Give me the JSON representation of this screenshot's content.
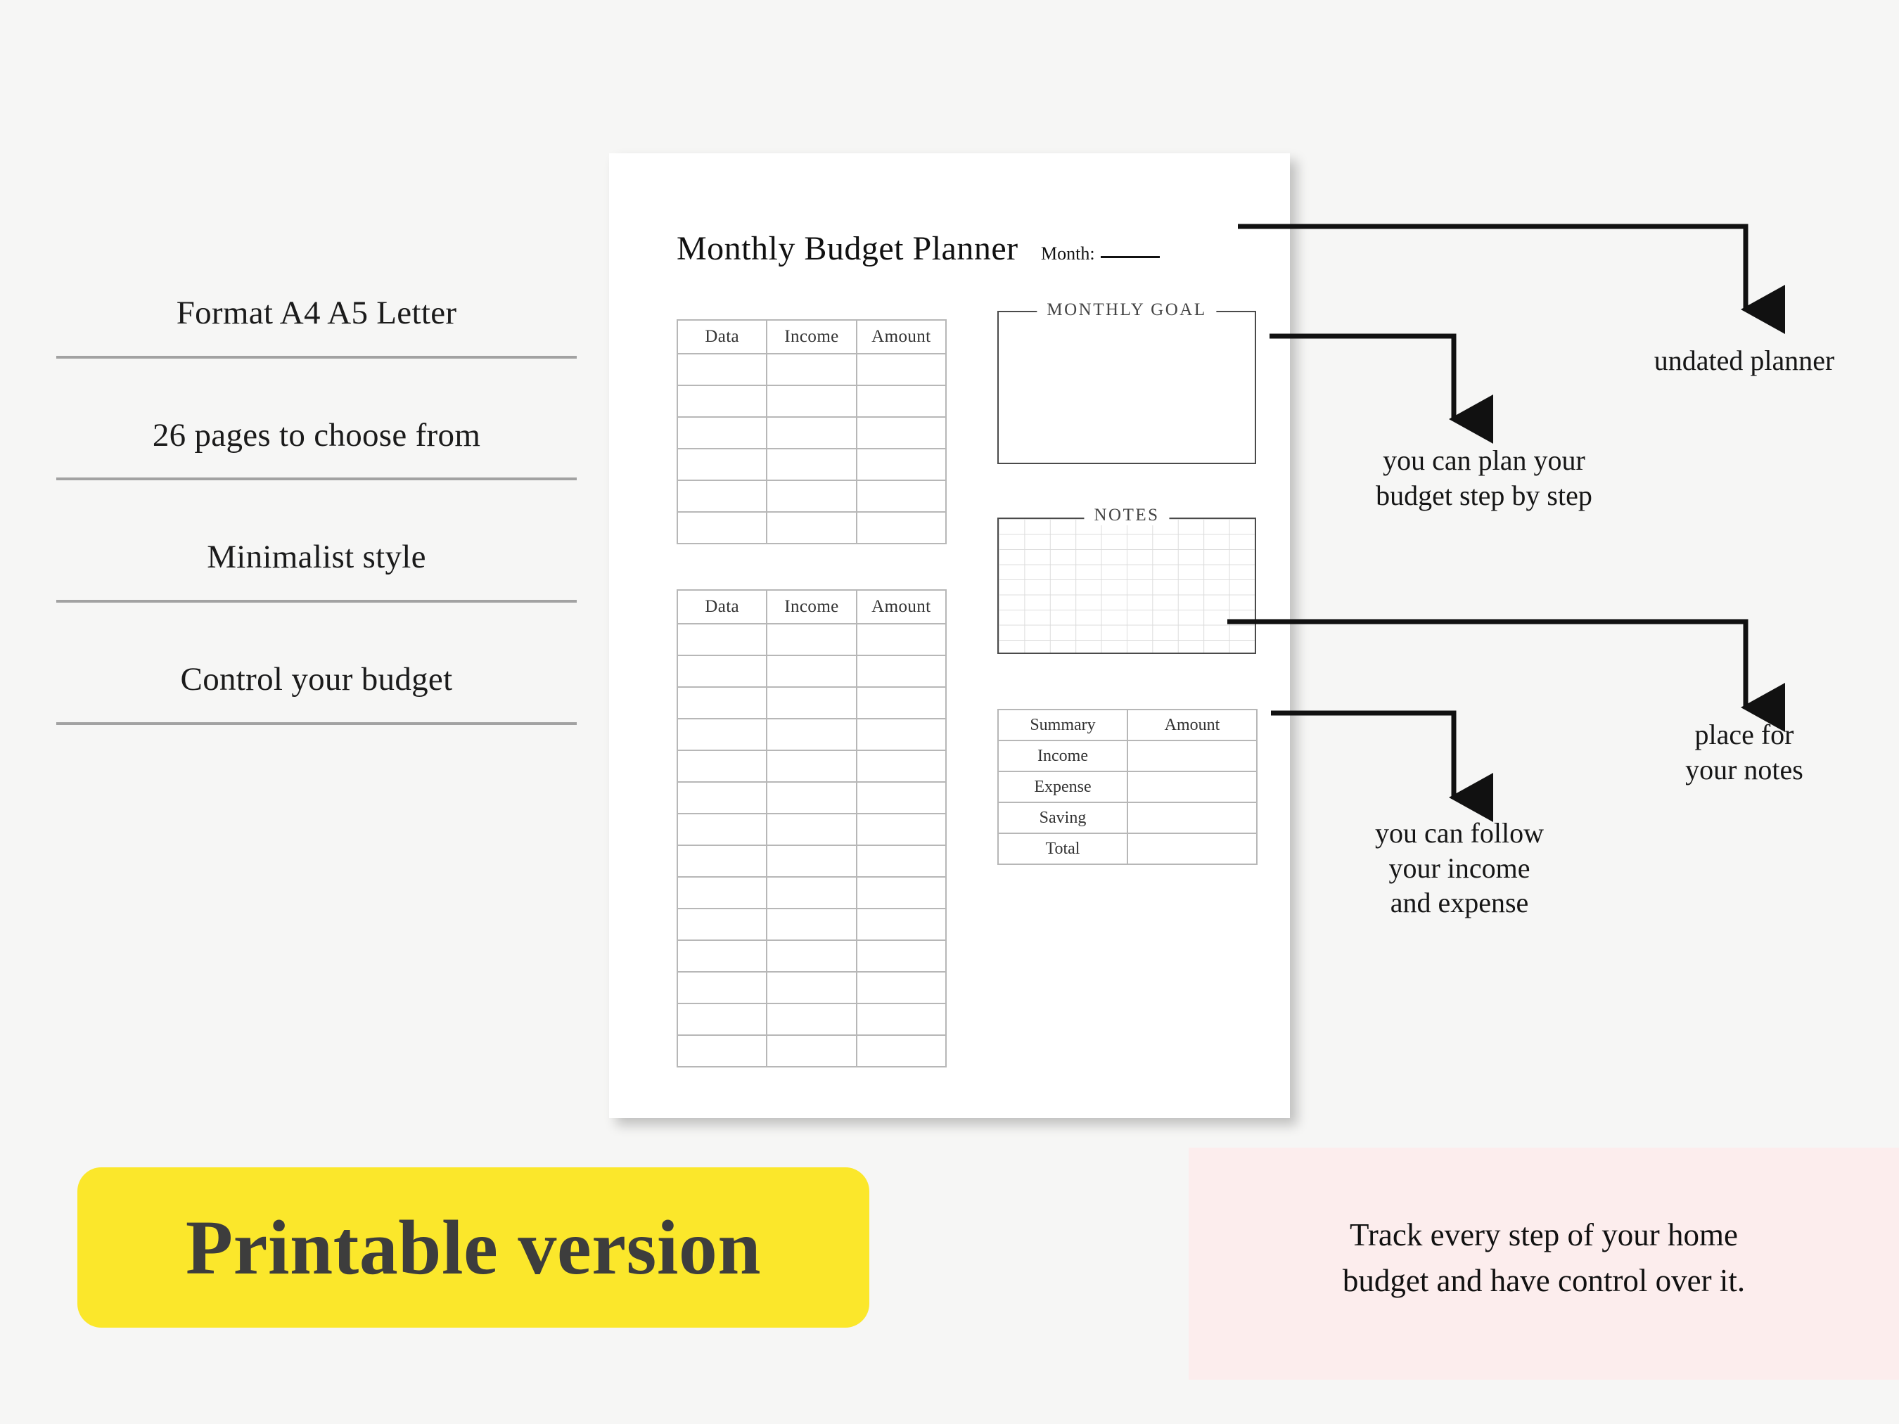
{
  "features": [
    {
      "label": "Format A4 A5 Letter"
    },
    {
      "label": "26 pages to choose from"
    },
    {
      "label": "Minimalist style"
    },
    {
      "label": "Control your budget"
    }
  ],
  "paper": {
    "title": "Monthly Budget Planner",
    "month_label": "Month:",
    "income_table": {
      "headers": [
        "Data",
        "Income",
        "Amount"
      ],
      "empty_rows": 6
    },
    "expense_table": {
      "headers": [
        "Data",
        "Income",
        "Amount"
      ],
      "empty_rows": 14
    },
    "goal_box": {
      "legend": "MONTHLY GOAL"
    },
    "notes_box": {
      "legend": "NOTES",
      "grid_cols": 10,
      "grid_rows": 9
    },
    "summary_table": {
      "headers": [
        "Summary",
        "Amount"
      ],
      "rows": [
        "Income",
        "Expense",
        "Saving",
        "Total"
      ]
    }
  },
  "callouts": [
    {
      "id": "undated",
      "text": "undated planner"
    },
    {
      "id": "plan",
      "text": "you can plan your\nbudget step by step"
    },
    {
      "id": "notes",
      "text": "place for\nyour notes"
    },
    {
      "id": "follow",
      "text": "you can follow\nyour income\nand expense"
    }
  ],
  "banners": {
    "printable": "Printable version",
    "tagline": "Track every step of your home\nbudget and have control over it."
  },
  "colors": {
    "background": "#f6f6f5",
    "paper": "#ffffff",
    "yellow": "#fbe72b",
    "pink": "#fceded",
    "rule": "#a2a2a2",
    "ink": "#161616"
  }
}
